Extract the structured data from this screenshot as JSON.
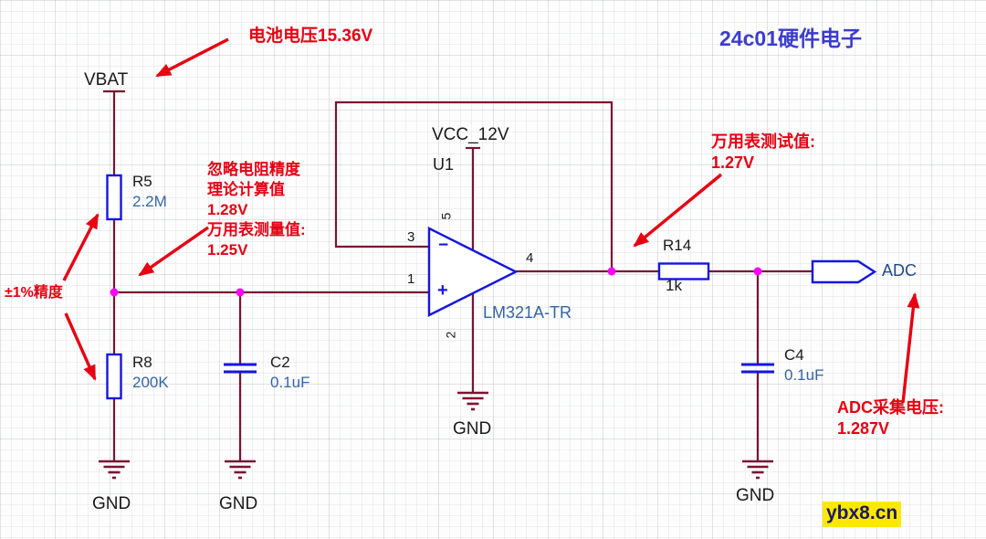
{
  "title": "24c01硬件电子",
  "watermark": "ybx8.cn",
  "notes": {
    "battery": "电池电压15.36V",
    "tolerance": "±1%精度",
    "calc": "忽略电阻精度\n理论计算值\n1.28V\n万用表测量值:\n1.25V",
    "meter": "万用表测试值:\n1.27V",
    "adc": "ADC采集电压:\n1.287V"
  },
  "nets": {
    "vbat": "VBAT",
    "vcc": "VCC_12V",
    "gnd": "GND",
    "adc_port": "ADC"
  },
  "components": {
    "r5": {
      "ref": "R5",
      "value": "2.2M"
    },
    "r8": {
      "ref": "R8",
      "value": "200K"
    },
    "r14": {
      "ref": "R14",
      "value": "1k"
    },
    "c2": {
      "ref": "C2",
      "value": "0.1uF"
    },
    "c4": {
      "ref": "C4",
      "value": "0.1uF"
    },
    "u1": {
      "ref": "U1",
      "value": "LM321A-TR",
      "pin1": "1",
      "pin2": "2",
      "pin3": "3",
      "pin4": "4",
      "pin5": "5",
      "noninverting": "+",
      "inverting": "−"
    }
  },
  "colors": {
    "annotation_red": "#e60012",
    "title_blue": "#3c3ccc",
    "component_blue": "#1515e0",
    "value_blue": "#3465a4",
    "wire_maroon": "#7a1430",
    "junction_magenta": "#ff00ff",
    "watermark_bg": "#ffe800"
  }
}
